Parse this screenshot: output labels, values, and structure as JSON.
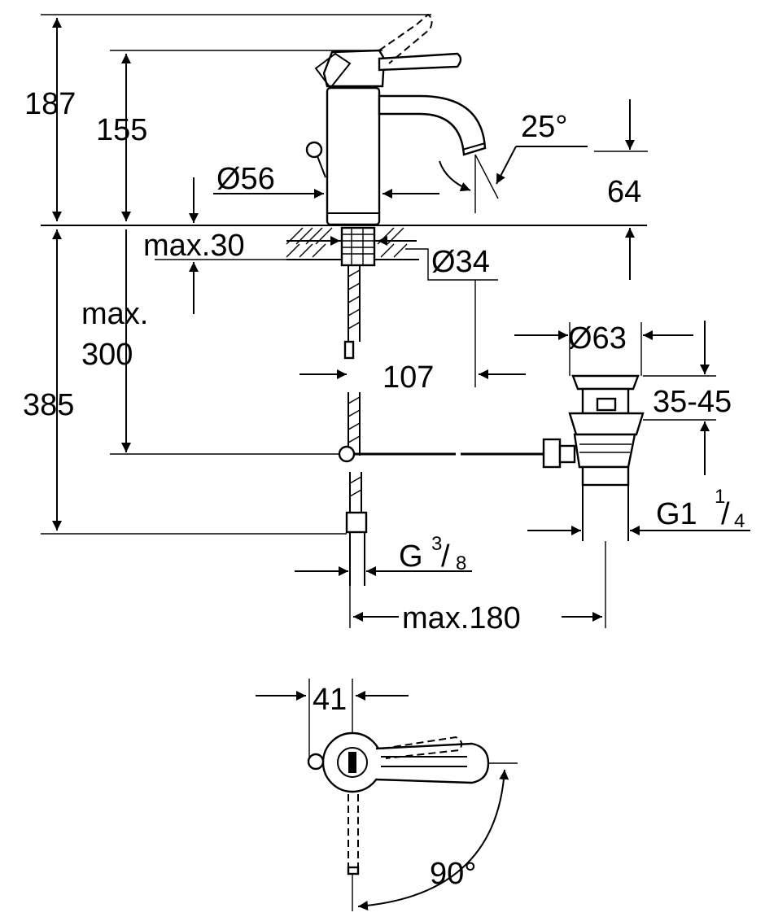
{
  "dimensions": {
    "total_height": "187",
    "spout_height": "155",
    "body_diameter": "Ø56",
    "spout_angle": "25°",
    "spout_clearance": "64",
    "deck_thickness": "max.30",
    "hole_diameter": "Ø34",
    "rod_length": "max.",
    "rod_length_value": "300",
    "supply_length": "385",
    "projection": "107",
    "waste_diameter": "Ø63",
    "plug_travel": "35-45",
    "waste_thread": "G1",
    "waste_thread_fraction": {
      "numerator": "1",
      "denominator": "4"
    },
    "supply_thread": "G",
    "supply_thread_fraction": {
      "numerator": "3",
      "denominator": "8"
    },
    "rod_reach": "max.180",
    "lever_offset": "41",
    "lever_rotation": "90°"
  }
}
